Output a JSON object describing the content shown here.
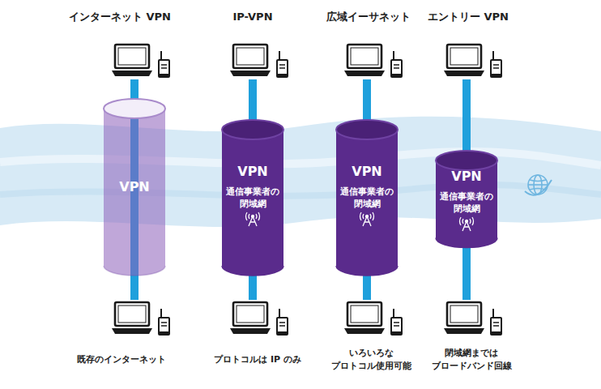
{
  "diagram": {
    "nodes": [
      {
        "text": [
          "VPN"
        ]
      },
      {
        "text": [
          "VPN",
          "通信事業者の 閉域網"
        ]
      },
      {
        "text": [
          "VPN",
          "通信事業者の 閉域網"
        ]
      },
      {
        "text": [
          "VPN",
          "通信事業者の 閉域網"
        ]
      }
    ],
    "labels": [
      "インターネット VPN",
      "IP-VPN",
      "広域イーサネット",
      "エントリー VPN",
      "既存のインターネット",
      "プロトコルは IP のみ",
      "いろいろな プロトコル使用可能",
      "閉域網までは ブロードバンド回線"
    ]
  }
}
